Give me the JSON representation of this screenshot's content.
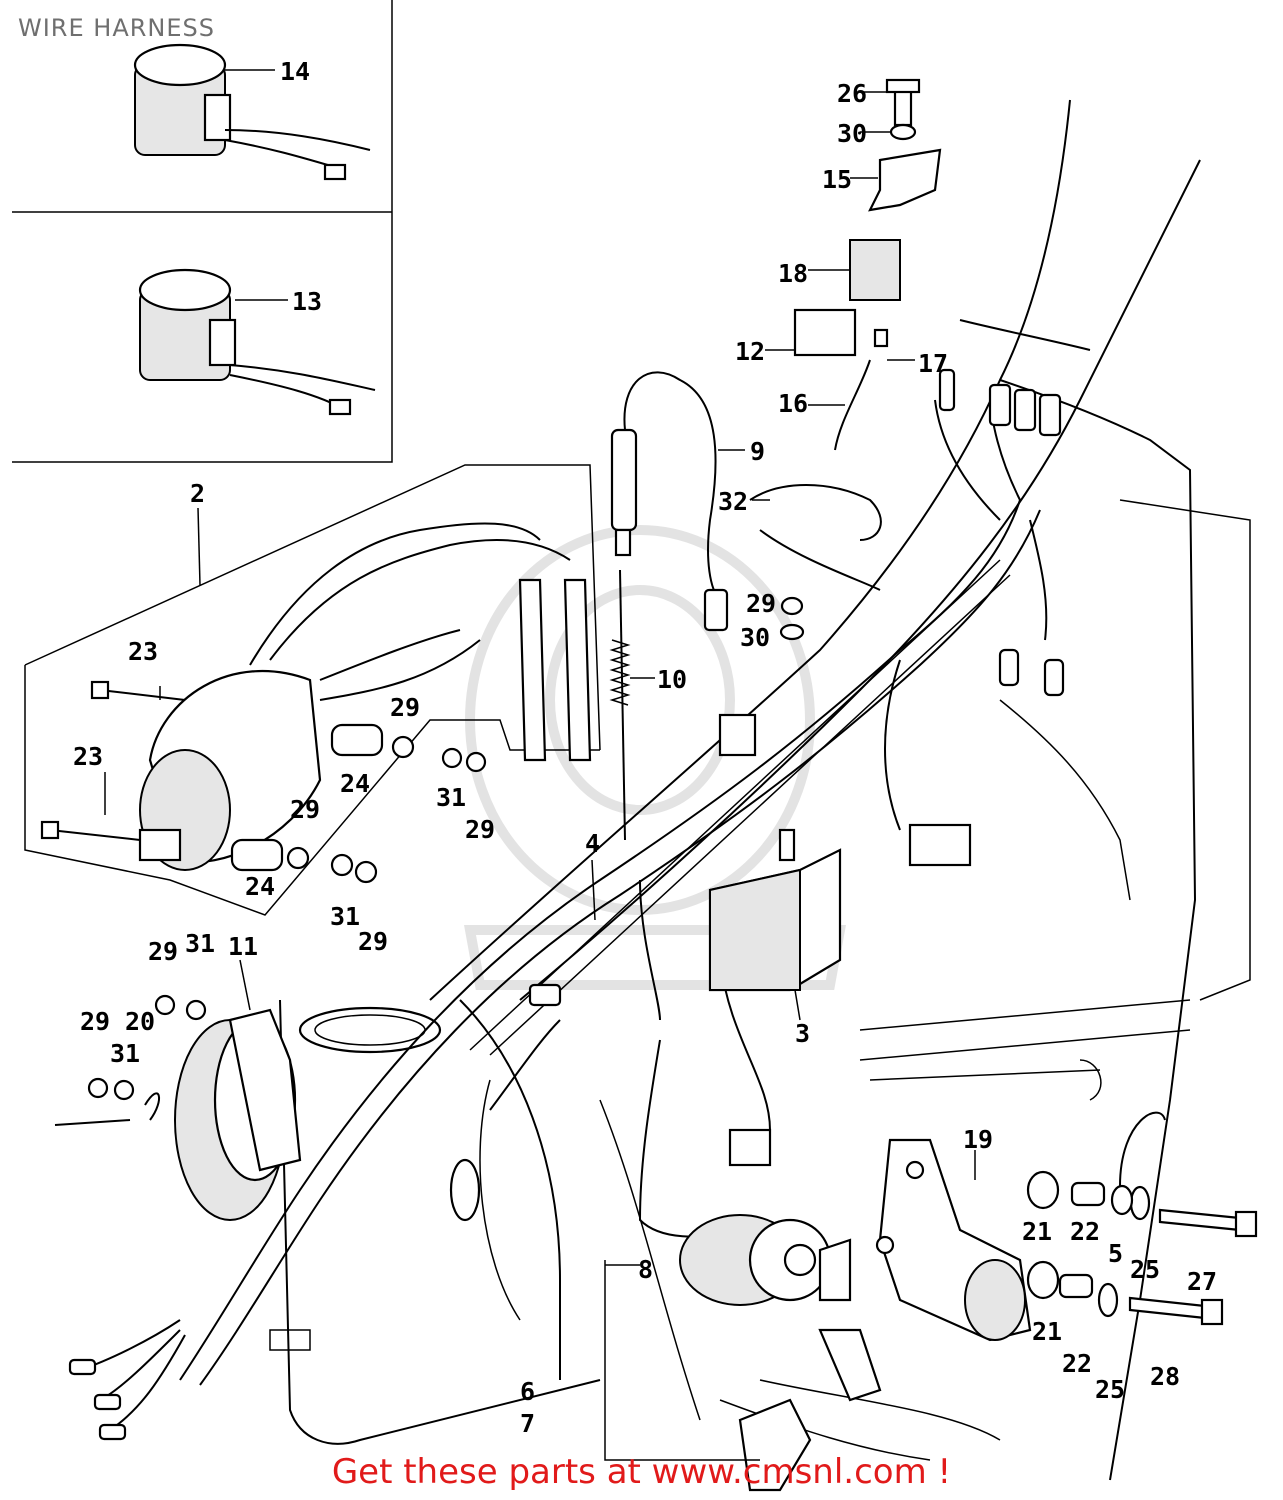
{
  "title": "WIRE HARNESS",
  "footer": "Get these parts at www.cmsnl.com !",
  "callouts": [
    "2",
    "3",
    "4",
    "5",
    "6",
    "7",
    "8",
    "9",
    "10",
    "11",
    "12",
    "13",
    "14",
    "15",
    "16",
    "17",
    "18",
    "19",
    "20",
    "21",
    "22",
    "23",
    "24",
    "25",
    "26",
    "27",
    "28",
    "29",
    "30",
    "31",
    "32"
  ]
}
